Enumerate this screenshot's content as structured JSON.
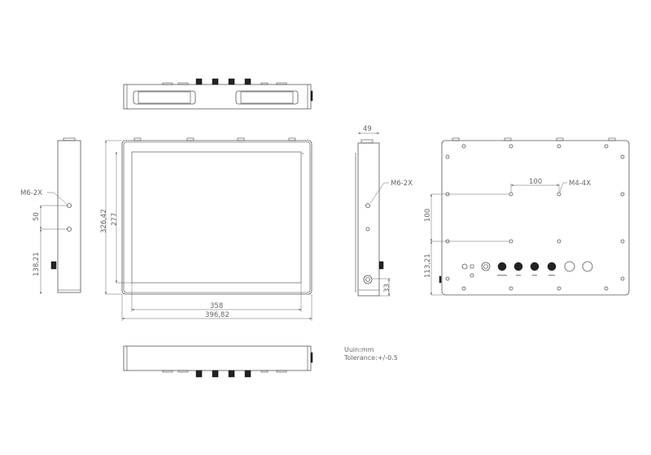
{
  "drawing": {
    "front_view": {
      "width_inner": "358",
      "width_outer": "396,82",
      "height_outer": "326,42",
      "height_inner": "277"
    },
    "left_view": {
      "thread_label": "M6-2X",
      "hole_spacing": "50",
      "bottom_offset": "138,21"
    },
    "right_view": {
      "depth": "49",
      "thread_label": "M6-2X",
      "connector_offset": "33"
    },
    "back_view": {
      "vesa_horizontal": "100",
      "vesa_vertical": "100",
      "thread_label": "M4-4X",
      "bottom_offset": "113,21"
    },
    "notes": {
      "unit": "Uuin:mm",
      "tolerance": "Tolerance:+/-0.5"
    }
  }
}
